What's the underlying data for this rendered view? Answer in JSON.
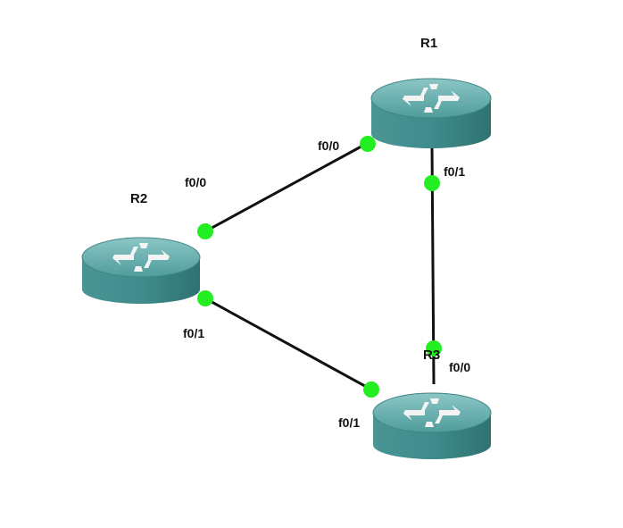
{
  "colors": {
    "link": "#111111",
    "port": "#22ee22",
    "router_top": "#5aa5a5",
    "router_side": "#3d8a8a",
    "router_dark": "#2a6666",
    "arrow": "#f4f4f4"
  },
  "routers": [
    {
      "id": "R1",
      "label": "R1"
    },
    {
      "id": "R2",
      "label": "R2"
    },
    {
      "id": "R3",
      "label": "R3"
    }
  ],
  "links": [
    {
      "from": "R1",
      "to": "R2",
      "from_port": "f0/0",
      "to_port": "f0/0"
    },
    {
      "from": "R1",
      "to": "R3",
      "from_port": "f0/1",
      "to_port": "f0/0"
    },
    {
      "from": "R2",
      "to": "R3",
      "from_port": "f0/1",
      "to_port": "f0/1"
    }
  ],
  "icon": "router-icon"
}
